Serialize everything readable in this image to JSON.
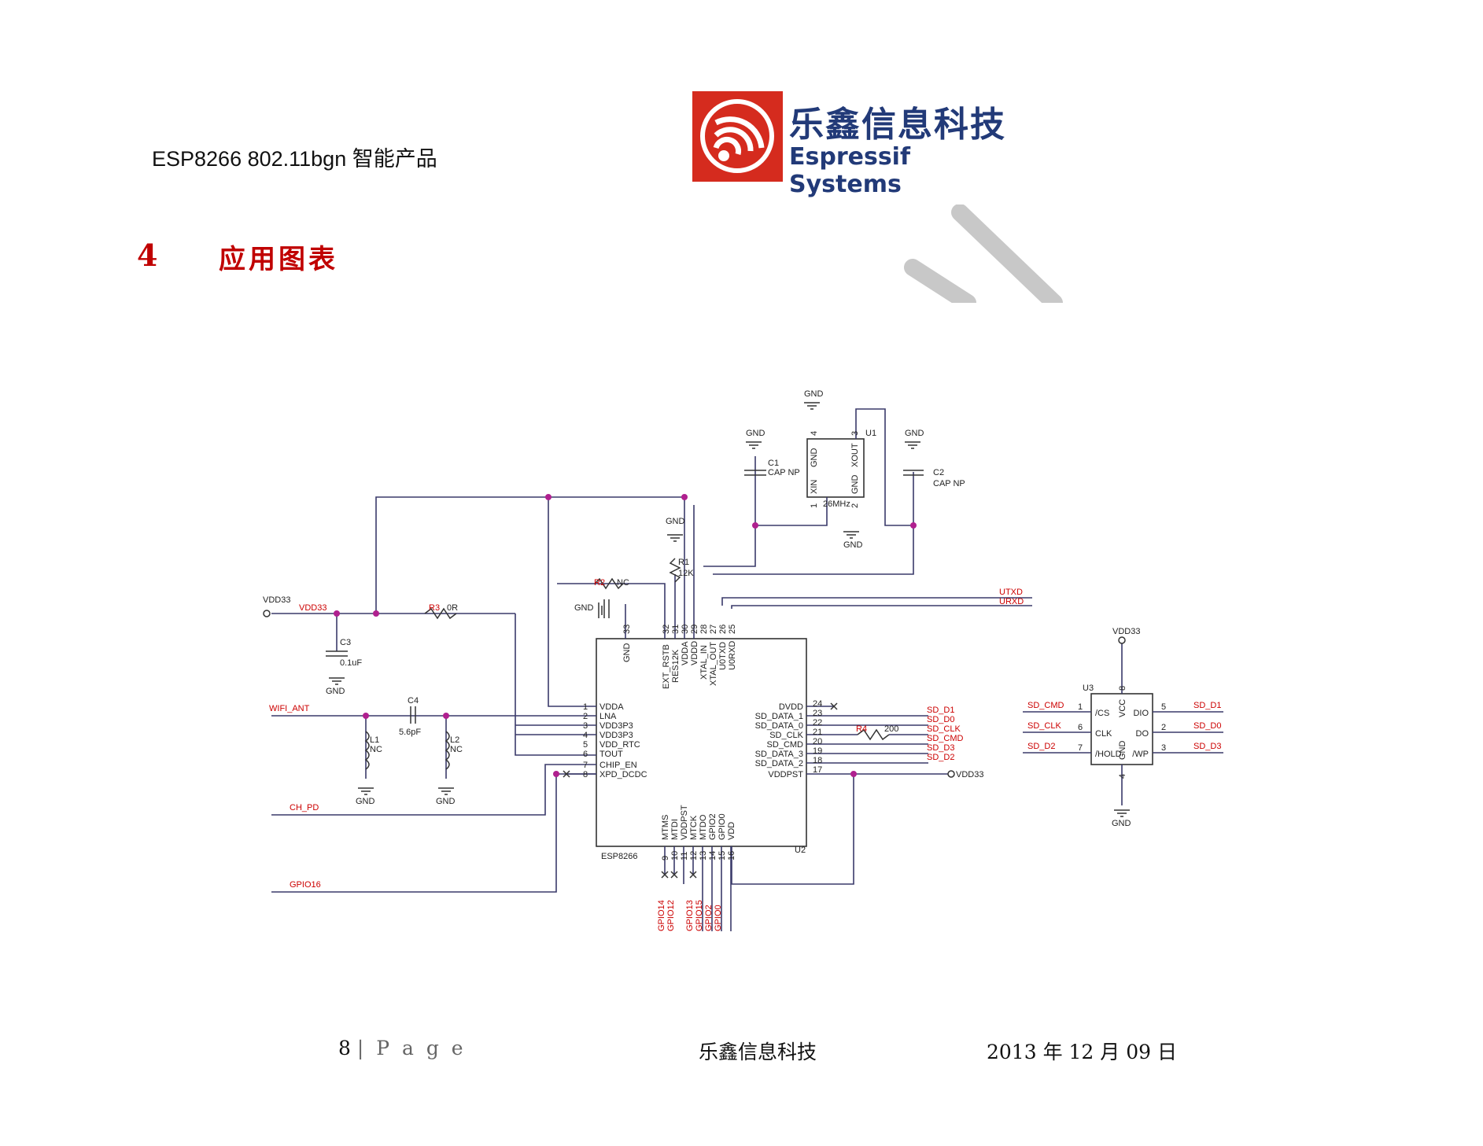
{
  "header": {
    "product": "ESP8266 802.11bgn 智能产品",
    "logo_cn": "乐鑫信息科技",
    "logo_en": "Espressif Systems"
  },
  "section": {
    "number": "4",
    "title": "应用图表"
  },
  "colors": {
    "brand_red": "#d52b1e",
    "brand_blue": "#223a78",
    "heading_red": "#c00000",
    "net_red": "#cc0000",
    "wire": "#3a3a6a"
  },
  "schematic": {
    "esp": {
      "ref": "U2",
      "part": "ESP8266",
      "left_pins": [
        {
          "num": "1",
          "name": "VDDA"
        },
        {
          "num": "2",
          "name": "LNA"
        },
        {
          "num": "3",
          "name": "VDD3P3"
        },
        {
          "num": "4",
          "name": "VDD3P3"
        },
        {
          "num": "5",
          "name": "VDD_RTC"
        },
        {
          "num": "6",
          "name": "TOUT"
        },
        {
          "num": "7",
          "name": "CHIP_EN"
        },
        {
          "num": "8",
          "name": "XPD_DCDC"
        }
      ],
      "right_pins": [
        {
          "num": "24",
          "name": "DVDD"
        },
        {
          "num": "23",
          "name": "SD_DATA_1"
        },
        {
          "num": "22",
          "name": "SD_DATA_0"
        },
        {
          "num": "21",
          "name": "SD_CLK"
        },
        {
          "num": "20",
          "name": "SD_CMD"
        },
        {
          "num": "19",
          "name": "SD_DATA_3"
        },
        {
          "num": "18",
          "name": "SD_DATA_2"
        },
        {
          "num": "17",
          "name": "VDDPST"
        }
      ],
      "top_pins": [
        {
          "num": "33",
          "name": "GND"
        },
        {
          "num": "32",
          "name": "EXT_RSTB"
        },
        {
          "num": "31",
          "name": "RES12K"
        },
        {
          "num": "30",
          "name": "VDDA"
        },
        {
          "num": "29",
          "name": "VDDD"
        },
        {
          "num": "28",
          "name": "XTAL_IN"
        },
        {
          "num": "27",
          "name": "XTAL_OUT"
        },
        {
          "num": "26",
          "name": "U0TXD"
        },
        {
          "num": "25",
          "name": "U0RXD"
        }
      ],
      "bottom_pins": [
        {
          "num": "9",
          "name": "MTMS"
        },
        {
          "num": "10",
          "name": "MTDI"
        },
        {
          "num": "11",
          "name": "VDDPST"
        },
        {
          "num": "12",
          "name": "MTCK"
        },
        {
          "num": "13",
          "name": "MTDO"
        },
        {
          "num": "14",
          "name": "GPIO2"
        },
        {
          "num": "15",
          "name": "GPIO0"
        },
        {
          "num": "16",
          "name": "VDD"
        }
      ]
    },
    "right_nets": [
      "SD_D1",
      "SD_D0",
      "SD_CLK",
      "SD_CMD",
      "SD_D3",
      "SD_D2"
    ],
    "bottom_nets": [
      "GPIO14",
      "GPIO12",
      "GPIO13",
      "GPIO15",
      "GPIO2",
      "GPIO0"
    ],
    "uart_nets": [
      "UTXD",
      "URXD"
    ],
    "left_nets": {
      "vdd_port": "VDD33",
      "vdd_net": "VDD33",
      "wifi": "WIFI_ANT",
      "ch_pd": "CH_PD",
      "gpio16": "GPIO16"
    },
    "vddpst_port": "VDD33",
    "gnd": "GND",
    "components": {
      "r2_ref": "R2",
      "r2_val": "NC",
      "r3_ref": "R3",
      "r3_val": "0R",
      "r1_ref": "R1",
      "r1_val": "12K",
      "r4_ref": "R4",
      "r4_val": "200",
      "c1_ref": "C1",
      "c1_val": "CAP NP",
      "c2_ref": "C2",
      "c2_val": "CAP NP",
      "c3_ref": "C3",
      "c3_val": "0.1uF",
      "c4_ref": "C4",
      "c4_val": "5.6pF",
      "l1_ref": "L1",
      "l1_val": "NC",
      "l2_ref": "L2",
      "l2_val": "NC"
    },
    "crystal": {
      "ref": "U1",
      "freq": "26MHz",
      "pin_gnd_top": "GND",
      "pin_xout": "XOUT",
      "pin_xin": "XIN",
      "pin_gnd_bottom": "GND",
      "num4": "4",
      "num3": "3",
      "num1": "1",
      "num2": "2"
    },
    "flash": {
      "ref": "U3",
      "vcc_port": "VDD33",
      "pins_left": [
        {
          "num": "1",
          "name": "/CS"
        },
        {
          "num": "6",
          "name": "CLK"
        },
        {
          "num": "7",
          "name": "/HOLD"
        }
      ],
      "pins_right": [
        {
          "num": "5",
          "name": "DIO"
        },
        {
          "num": "2",
          "name": "DO"
        },
        {
          "num": "3",
          "name": "/WP"
        }
      ],
      "vcc": "VCC",
      "gnd_pin": "GND",
      "num8": "8",
      "num4": "4",
      "left_nets": [
        "SD_CMD",
        "SD_CLK",
        "SD_D2"
      ],
      "right_nets": [
        "SD_D1",
        "SD_D0",
        "SD_D3"
      ]
    }
  },
  "footer": {
    "page": "8",
    "page_label": "| P a g e",
    "company": "乐鑫信息科技",
    "date": "2013 年 12 月 09 日"
  }
}
